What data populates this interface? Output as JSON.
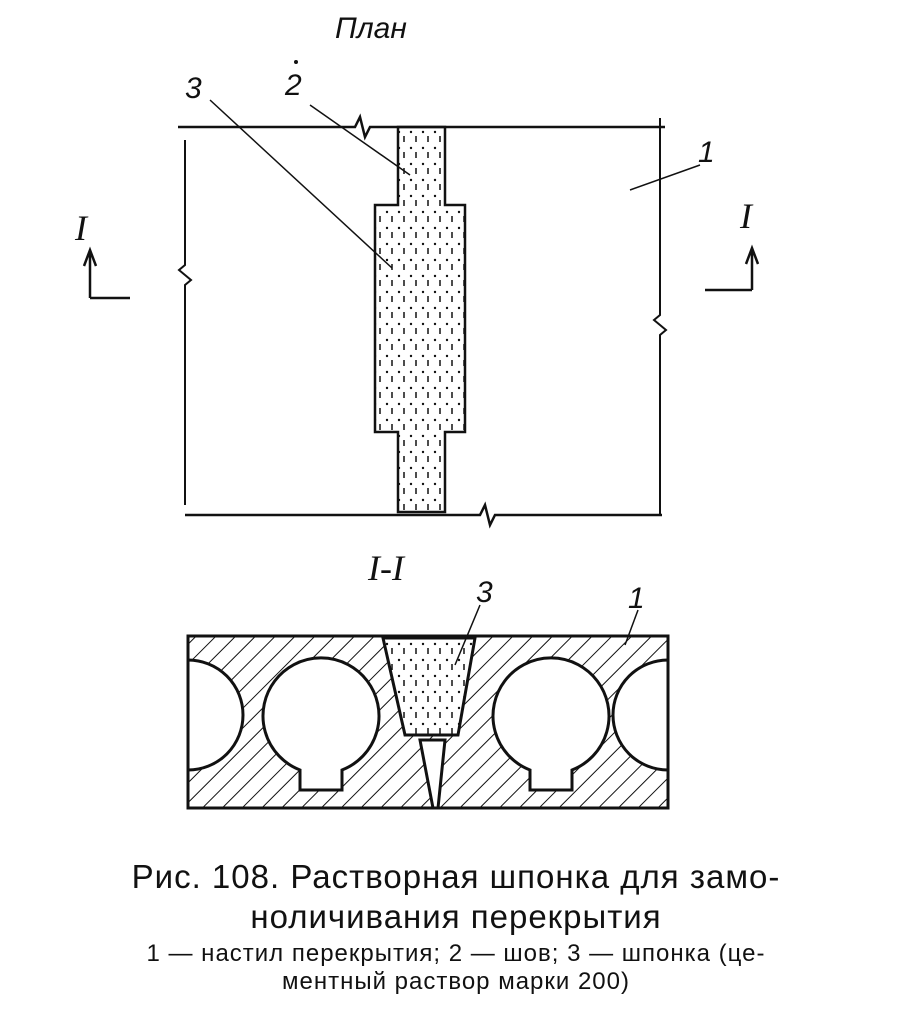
{
  "plan": {
    "title": "План",
    "label_slab": "1",
    "label_joint": "2",
    "label_key": "3",
    "section_mark_left": "I",
    "section_mark_right": "I"
  },
  "section": {
    "title": "I-I",
    "label_key": "3",
    "label_slab": "1"
  },
  "caption": {
    "line1": "Рис. 108. Растворная шпонка для замо-",
    "line2": "ноличивания перекрытия",
    "line3": "1 — настил перекрытия;  2 — шов;  3 — шпонка  (це-",
    "line4": "ментный раствор марки 200)"
  }
}
